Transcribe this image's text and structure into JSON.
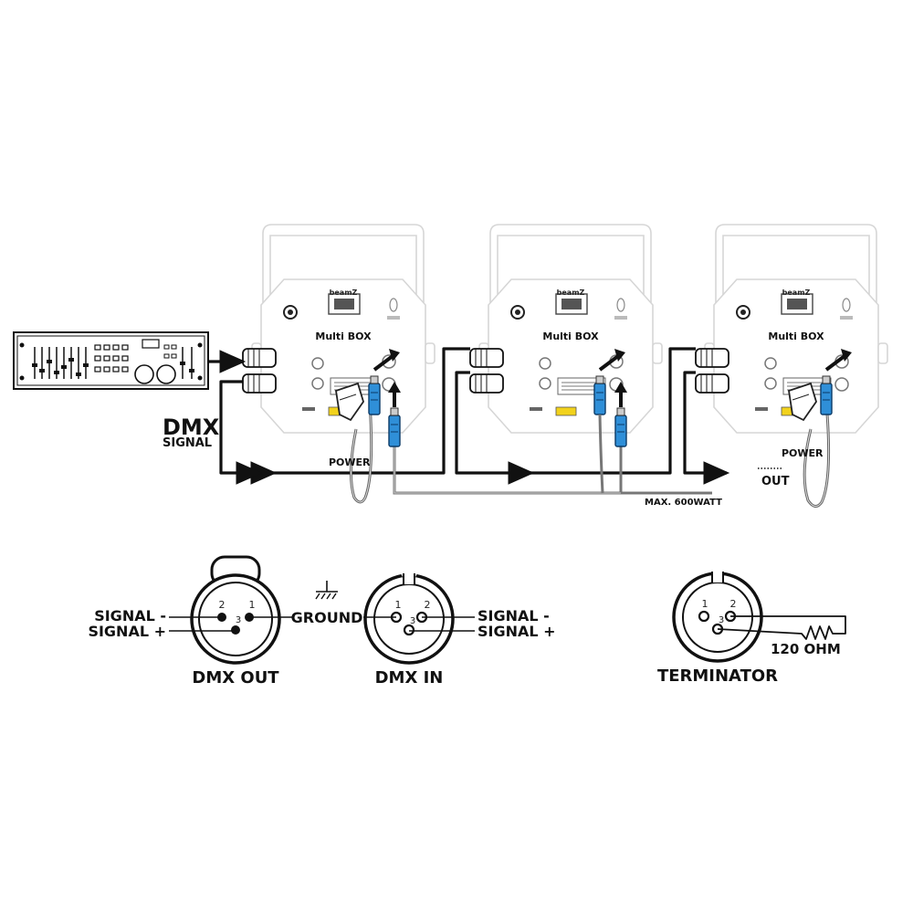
{
  "units": [
    {
      "brand": "beamZ",
      "model": "Multi BOX"
    },
    {
      "brand": "beamZ",
      "model": "Multi BOX"
    },
    {
      "brand": "beamZ",
      "model": "Multi BOX"
    }
  ],
  "labels": {
    "dmx": "DMX",
    "signal": "SIGNAL",
    "power": "POWER",
    "out": "OUT",
    "max_watt": "MAX. 600WATT"
  },
  "connectors": {
    "dmx_out": {
      "title": "DMX OUT",
      "signal_minus": "SIGNAL -",
      "signal_plus": "SIGNAL +",
      "pins": [
        "1",
        "2",
        "3"
      ]
    },
    "ground": "GROUND",
    "dmx_in": {
      "title": "DMX IN",
      "signal_minus": "SIGNAL -",
      "signal_plus": "SIGNAL +",
      "pins": [
        "1",
        "2",
        "3"
      ]
    },
    "terminator": {
      "title": "TERMINATOR",
      "resistor": "120 OHM",
      "pins": [
        "1",
        "2",
        "3"
      ]
    }
  },
  "colors": {
    "wire": "#111111",
    "power_cable": "#777777",
    "connector_blue": "#2f8fd8",
    "fixture_outline": "#d6d6d6",
    "warning_yellow": "#f2d21c"
  },
  "icons": [
    "dmx-controller-icon",
    "xlr-connector-icon",
    "powercon-connector-icon",
    "schuko-plug-icon",
    "ground-symbol-icon",
    "resistor-icon"
  ]
}
